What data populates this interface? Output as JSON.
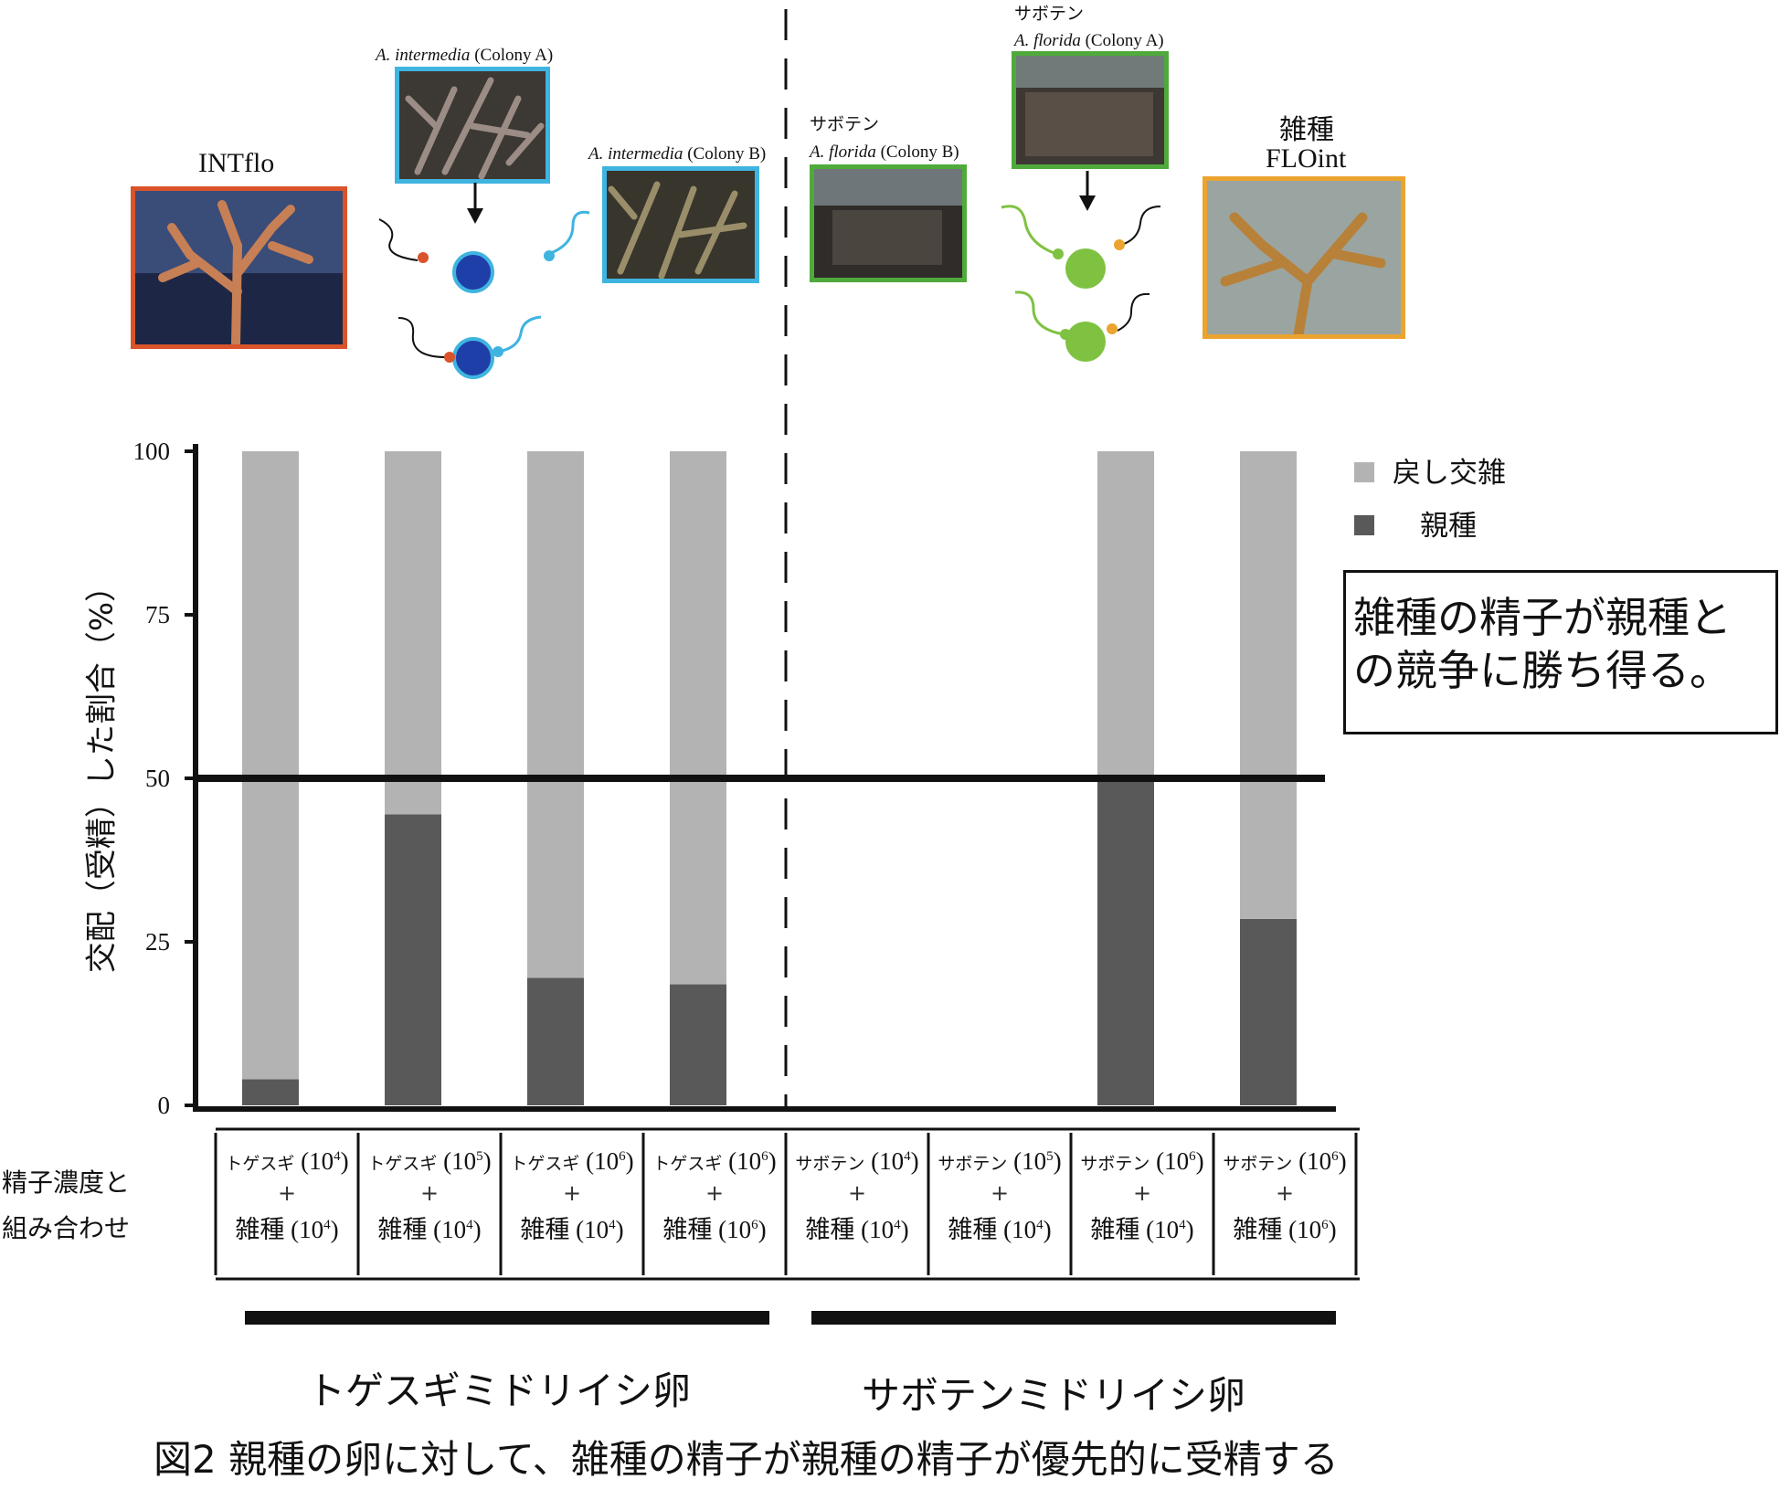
{
  "figure": {
    "caption": "図2 親種の卵に対して、雑種の精子が親種の精子が優先的に受精する",
    "note": [
      "雑種の精子が親種と",
      "の競争に勝ち得る。"
    ]
  },
  "images": {
    "intflo": {
      "label": "INTflo"
    },
    "int_a": {
      "species": "A. intermedia",
      "colony": "(Colony A)"
    },
    "int_b": {
      "species": "A. intermedia",
      "colony": "(Colony B)"
    },
    "flo_b": {
      "common": "サボテン",
      "species": "A. florida",
      "colony": "(Colony B)"
    },
    "flo_a": {
      "common": "サボテン",
      "species": "A. florida",
      "colony": "(Colony A)"
    },
    "floint": {
      "label1": "雑種",
      "label2": "FLOint"
    }
  },
  "colors": {
    "backcross": "#b3b3b3",
    "parent": "#595959",
    "blue_egg": "#1f3fa8",
    "green_egg": "#7fc241",
    "red_sperm": "#d9532b",
    "blue_sperm": "#3fb4e0",
    "green_sperm": "#7fc241",
    "orange_sperm": "#eba42f"
  },
  "chart_data": {
    "type": "bar",
    "stacked": true,
    "ylabel": "交配（受精）した割合（%）",
    "ylim": [
      0,
      100
    ],
    "yticks": [
      0,
      25,
      50,
      75,
      100
    ],
    "reference_line": 50,
    "legend_position": "top-right",
    "row_label": [
      "精子濃度と",
      "組み合わせ"
    ],
    "categories": [
      {
        "top": "トゲスギ",
        "top_exp": "4",
        "bottom": "雑種",
        "bottom_exp": "4"
      },
      {
        "top": "トゲスギ",
        "top_exp": "5",
        "bottom": "雑種",
        "bottom_exp": "4"
      },
      {
        "top": "トゲスギ",
        "top_exp": "6",
        "bottom": "雑種",
        "bottom_exp": "4"
      },
      {
        "top": "トゲスギ",
        "top_exp": "6",
        "bottom": "雑種",
        "bottom_exp": "6"
      },
      {
        "top": "サボテン",
        "top_exp": "4",
        "bottom": "雑種",
        "bottom_exp": "4"
      },
      {
        "top": "サボテン",
        "top_exp": "5",
        "bottom": "雑種",
        "bottom_exp": "4"
      },
      {
        "top": "サボテン",
        "top_exp": "6",
        "bottom": "雑種",
        "bottom_exp": "4"
      },
      {
        "top": "サボテン",
        "top_exp": "6",
        "bottom": "雑種",
        "bottom_exp": "6"
      }
    ],
    "series": [
      {
        "name": "親種",
        "values": [
          4,
          44.5,
          19.5,
          18.5,
          null,
          null,
          49.5,
          28.5
        ]
      },
      {
        "name": "戻し交雑",
        "values": [
          96,
          55.5,
          80.5,
          81.5,
          null,
          null,
          50.5,
          71.5
        ]
      }
    ],
    "groups": [
      {
        "label": "トゲスギミドリイシ卵",
        "from": 0,
        "to": 3
      },
      {
        "label": "サボテンミドリイシ卵",
        "from": 4,
        "to": 7
      }
    ]
  }
}
